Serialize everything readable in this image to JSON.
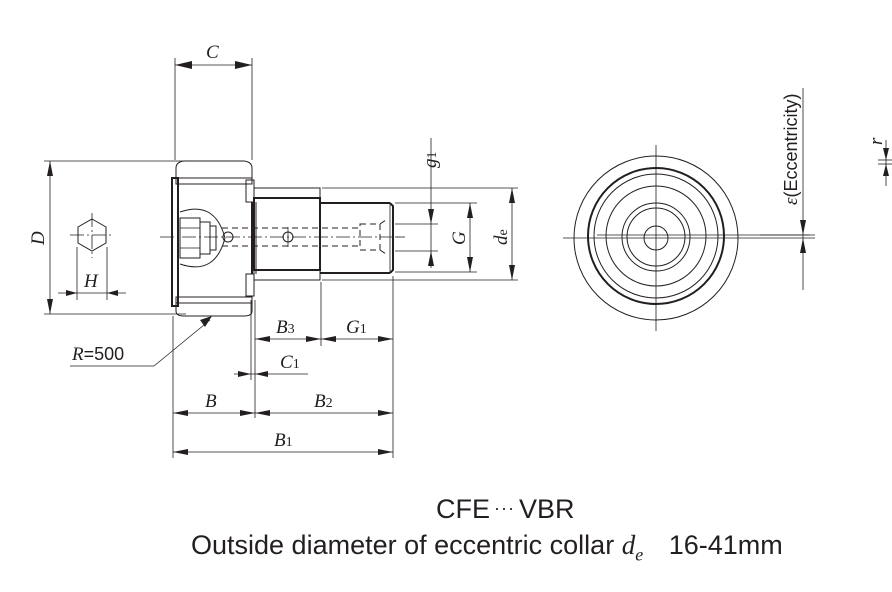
{
  "drawing": {
    "title": "Cam follower with eccentric collar - dimensional drawing",
    "labels": {
      "C": "C",
      "D": "D",
      "H": "H",
      "R": "R",
      "R_value": "=500",
      "B": "B",
      "B1": "B",
      "B1_sub": "1",
      "B2": "B",
      "B2_sub": "2",
      "B3": "B",
      "B3_sub": "3",
      "C1": "C",
      "C1_sub": "1",
      "G": "G",
      "G1": "G",
      "G1_sub": "1",
      "g1": "g",
      "g1_sub": "1",
      "de": "d",
      "de_sub": "e",
      "epsilon": "ε",
      "eccentricity": "(Eccentricity)",
      "r": "r"
    }
  },
  "caption": {
    "series_prefix": "CFE",
    "series_dots": "···",
    "series_suffix": "VBR",
    "description": "Outside diameter of eccentric collar",
    "symbol": "d",
    "symbol_sub": "e",
    "range": "16-41mm"
  }
}
